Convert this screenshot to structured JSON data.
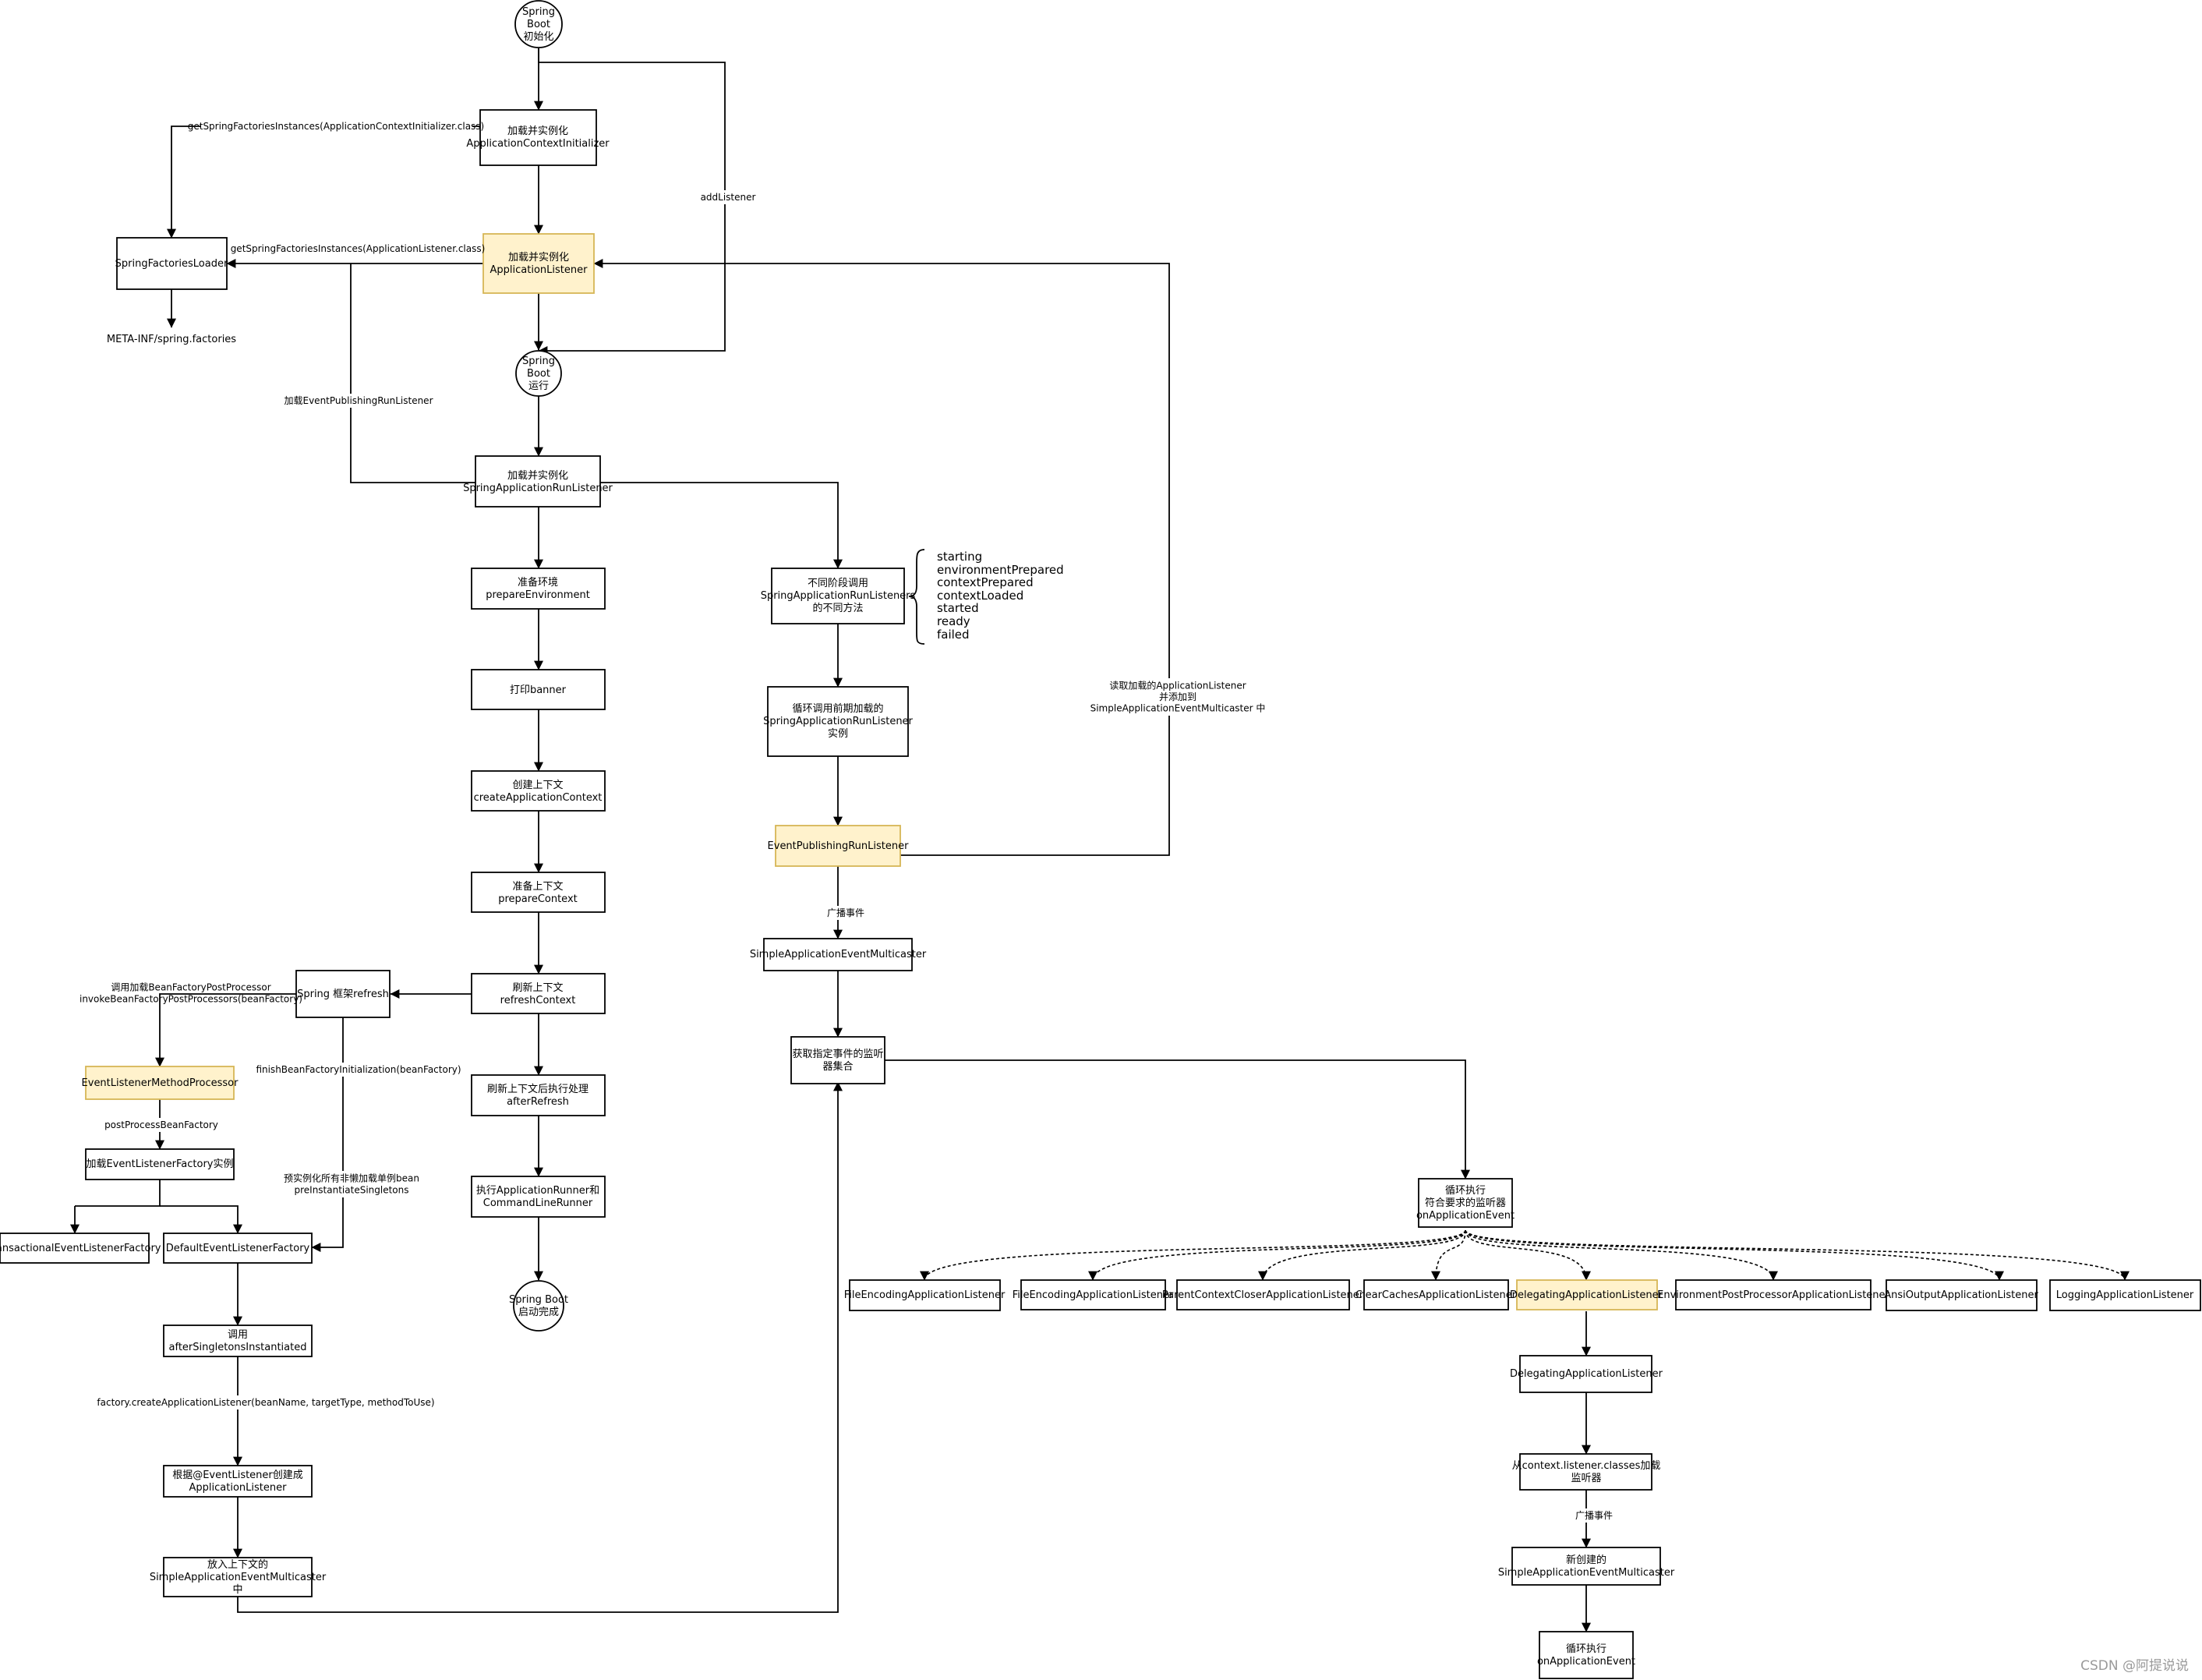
{
  "colors": {
    "highlight_fill": "#fff2cc",
    "highlight_stroke": "#d6b656",
    "line": "#000000",
    "watermark": "#9a9a9a"
  },
  "nodes": {
    "boot_init": "Spring\nBoot\n初始化",
    "boot_run": "Spring\nBoot\n运行",
    "boot_done": "Spring Boot\n启动完成",
    "init_ctx_initializer": "加载并实例化\nApplicationContextInitializer",
    "init_app_listener": "加载并实例化\nApplicationListener",
    "factories_loader": "SpringFactoriesLoader",
    "factories_file": "META-INF/spring.factories",
    "init_run_listener": "加载并实例化\nSpringApplicationRunListener",
    "prepare_env": "准备环境\nprepareEnvironment",
    "print_banner": "打印banner",
    "create_ctx": "创建上下文\ncreateApplicationContext",
    "prepare_ctx": "准备上下文\nprepareContext",
    "refresh_ctx": "刷新上下文\nrefreshContext",
    "after_refresh": "刷新上下文后执行处理\nafterRefresh",
    "run_runners": "执行ApplicationRunner和\nCommandLineRunner",
    "spring_refresh": "Spring 框架refresh",
    "event_method_processor": "EventListenerMethodProcessor",
    "load_factory": "加载EventListenerFactory实例",
    "tx_factory": "TransactionalEventListenerFactory",
    "default_factory": "DefaultEventListenerFactory",
    "after_singletons": "调用\nafterSingletonsInstantiated",
    "create_by_annotation": "根据@EventListener创建成\nApplicationListener",
    "put_into_multicaster": "放入上下文的\nSimpleApplicationEventMulticaster\n中",
    "call_run_listeners": "不同阶段调用\nSpringApplicationRunListeners\n的不同方法",
    "loop_run_listener": "循环调用前期加载的\nSpringApplicationRunListener\n实例",
    "event_publishing": "EventPublishingRunListener",
    "simple_multicaster": "SimpleApplicationEventMulticaster",
    "get_listeners": "获取指定事件的监听\n器集合",
    "loop_on_event": "循环执行\n符合要求的监听器\nonApplicationEvent",
    "delegating_sub": "DelegatingApplicationListener",
    "load_from_context": "从context.listener.classes加载\n监听器",
    "new_multicaster": "新创建的\nSimpleApplicationEventMulticaster",
    "final_on_event": "循环执行\nonApplicationEvent"
  },
  "listeners": [
    "FileEncodingApplicationListener",
    "FileEncodingApplicationListener",
    "ParentContextCloserApplicationListener",
    "ClearCachesApplicationListener",
    "DelegatingApplicationListener",
    "EnvironmentPostProcessorApplicationListener",
    "AnsiOutputApplicationListener",
    "LoggingApplicationListener"
  ],
  "phases": [
    "starting",
    "environmentPrepared",
    "contextPrepared",
    "contextLoaded",
    "started",
    "ready",
    "failed"
  ],
  "edge_labels": {
    "get_initializer": "getSpringFactoriesInstances(ApplicationContextInitializer.class)",
    "get_listener": "getSpringFactoriesInstances(ApplicationListener.class)",
    "add_listener": "addListener",
    "load_publishing": "加载EventPublishingRunListener",
    "read_listeners": "读取加载的ApplicationListener\n并添加到\nSimpleApplicationEventMulticaster 中",
    "broadcast1": "广播事件",
    "broadcast2": "广播事件",
    "invoke_bfpp": "调用加载BeanFactoryPostProcessor\ninvokeBeanFactoryPostProcessors(beanFactory)",
    "post_process": "postProcessBeanFactory",
    "finish_init": "finishBeanFactoryInitialization(beanFactory)",
    "pre_instantiate": "预实例化所有非懒加载单例bean\npreInstantiateSingletons",
    "create_listener_call": "factory.createApplicationListener(beanName, targetType, methodToUse)"
  },
  "watermark": "CSDN @阿提说说"
}
